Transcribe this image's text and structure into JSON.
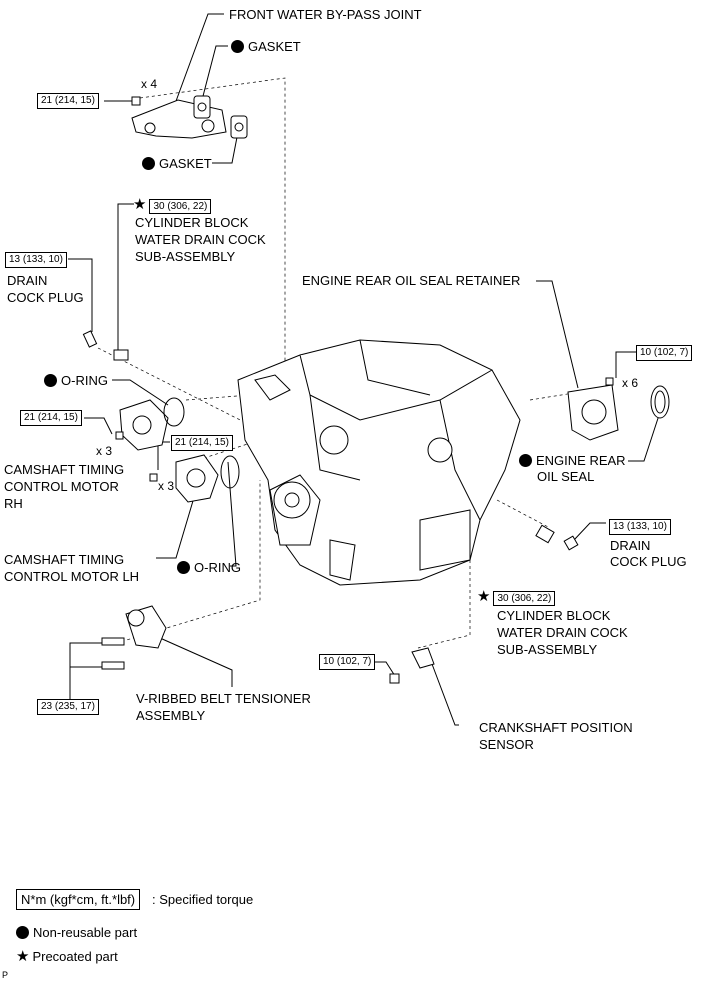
{
  "parts": {
    "front_water_bypass_joint": "FRONT WATER BY-PASS JOINT",
    "gasket_upper": "GASKET",
    "gasket_lower": "GASKET",
    "drain_cock_upper": [
      "CYLINDER BLOCK",
      "WATER DRAIN COCK",
      "SUB-ASSEMBLY"
    ],
    "drain_cock_plug_left": [
      "DRAIN",
      "COCK PLUG"
    ],
    "engine_rear_oil_seal_retainer": "ENGINE REAR OIL SEAL RETAINER",
    "oring_upper": "O-RING",
    "engine_rear_oil_seal": [
      "ENGINE REAR",
      "OIL SEAL"
    ],
    "camshaft_motor_rh": [
      "CAMSHAFT TIMING",
      "CONTROL MOTOR",
      "RH"
    ],
    "camshaft_motor_lh": [
      "CAMSHAFT TIMING",
      "CONTROL MOTOR LH"
    ],
    "oring_lower": "O-RING",
    "drain_cock_plug_right": [
      "DRAIN",
      "COCK PLUG"
    ],
    "drain_cock_lower": [
      "CYLINDER BLOCK",
      "WATER DRAIN COCK",
      "SUB-ASSEMBLY"
    ],
    "vbelt_tensioner": [
      "V-RIBBED BELT TENSIONER",
      "ASSEMBLY"
    ],
    "crankshaft_sensor": [
      "CRANKSHAFT POSITION",
      "SENSOR"
    ]
  },
  "torques": {
    "bypass_joint_bolt": "21 (214, 15)",
    "drain_cock_upper": "30 (306, 22)",
    "drain_plug_left": "13 (133, 10)",
    "oil_seal_retainer": "10 (102, 7)",
    "camshaft_rh_bolt": "21 (214, 15)",
    "camshaft_lh_bolt": "21 (214, 15)",
    "drain_plug_right": "13 (133, 10)",
    "drain_cock_lower": "30 (306, 22)",
    "crank_sensor_bolt": "10 (102, 7)",
    "tensioner_bolt": "23 (235, 17)"
  },
  "quantities": {
    "bypass_joint": "x 4",
    "oil_seal_retainer": "x 6",
    "camshaft_rh": "x 3",
    "camshaft_lh": "x 3"
  },
  "legend": {
    "torque_unit": "N*m (kgf*cm, ft.*lbf)",
    "torque_desc": ": Specified torque",
    "non_reusable": "Non-reusable part",
    "precoated": "Precoated part"
  },
  "figure_id": "P"
}
